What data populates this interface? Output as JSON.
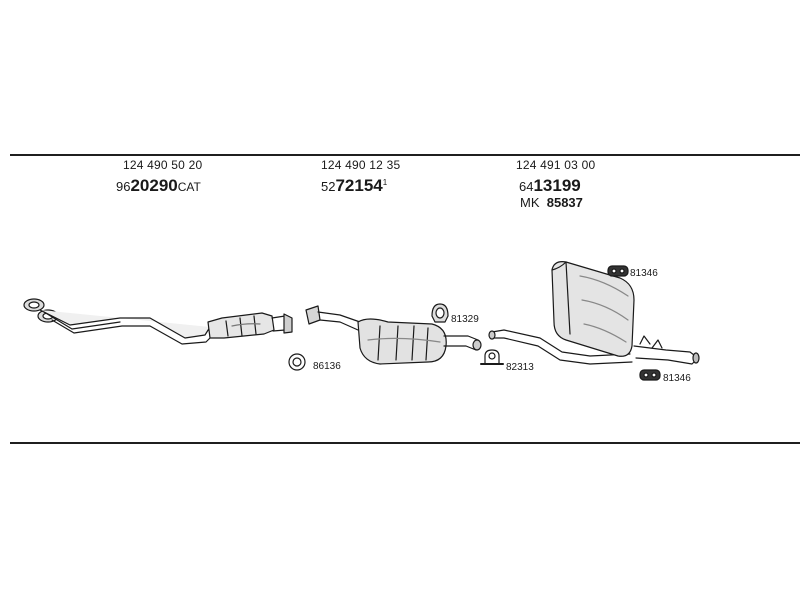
{
  "parts": [
    {
      "oe_number": "124 490 50 20",
      "part_prefix": "96",
      "part_main": "20290",
      "part_suffix": "CAT",
      "part_sup": ""
    },
    {
      "oe_number": "124 490 12 35",
      "part_prefix": "52",
      "part_main": "72154",
      "part_suffix": "",
      "part_sup": "1"
    },
    {
      "oe_number": "124 491 03 00",
      "part_prefix": "64",
      "part_main": "13199",
      "part_suffix": "",
      "part_sup": "",
      "mk_prefix": "MK",
      "mk_number": "85837"
    }
  ],
  "callouts": {
    "gasket_front": "86136",
    "clamp_mid": "81329",
    "clamp_rear": "82313",
    "hanger_top": "81346",
    "hanger_bottom": "81346"
  }
}
